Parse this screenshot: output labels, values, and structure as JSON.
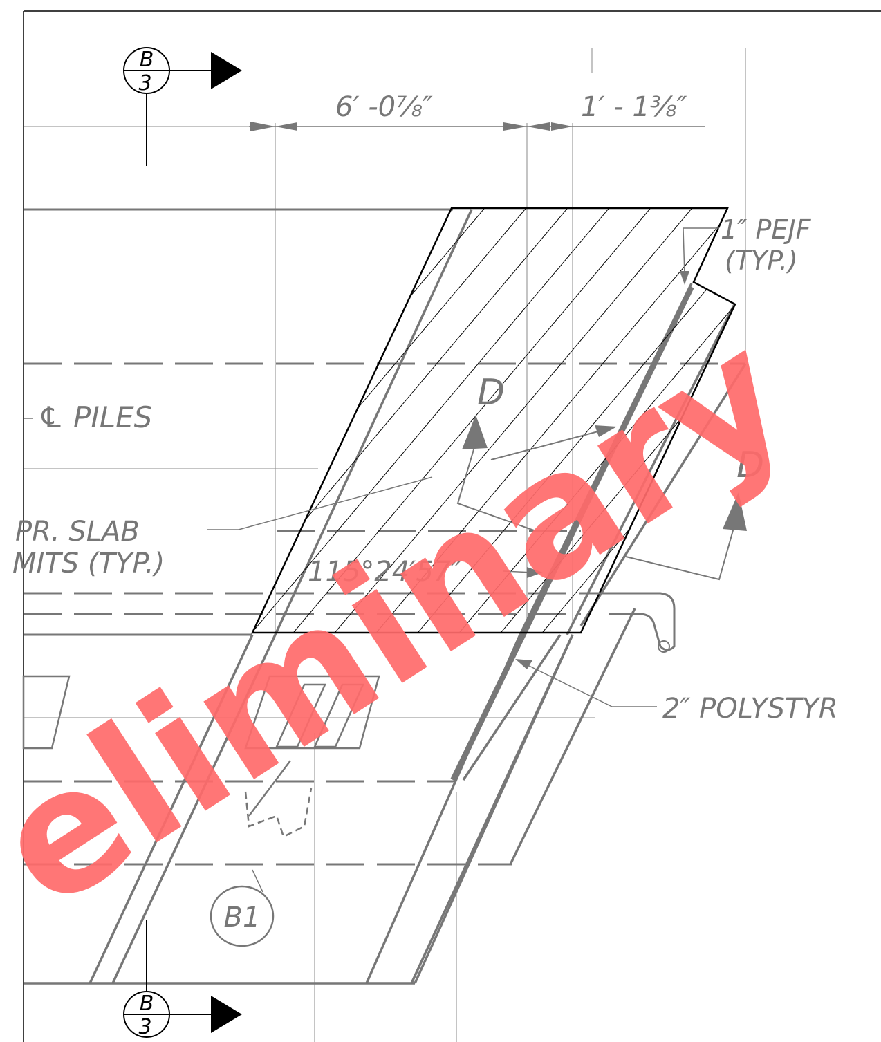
{
  "drawing": {
    "section_top": {
      "letter": "B",
      "sheet": "3"
    },
    "section_bottom": {
      "letter": "B",
      "sheet": "3"
    },
    "dimensions": [
      "6′ -0⅞″",
      "1′ - 1⅜″"
    ],
    "labels": {
      "pejf_line1": "1″ PEJF",
      "pejf_line2": "(TYP.)",
      "piles": "℄ PILES",
      "slab_line1": "PR. SLAB",
      "slab_line2": "MITS (TYP.)",
      "angle": "115°24′57″",
      "polystyrene": "2″ POLYSTYR",
      "detail_d_1": "D",
      "detail_d_2": "D",
      "bubble": "B1"
    },
    "watermark": "eliminary",
    "colors": {
      "linework": "#777777",
      "outline": "#000000",
      "watermark": "#ff6b6b"
    }
  }
}
